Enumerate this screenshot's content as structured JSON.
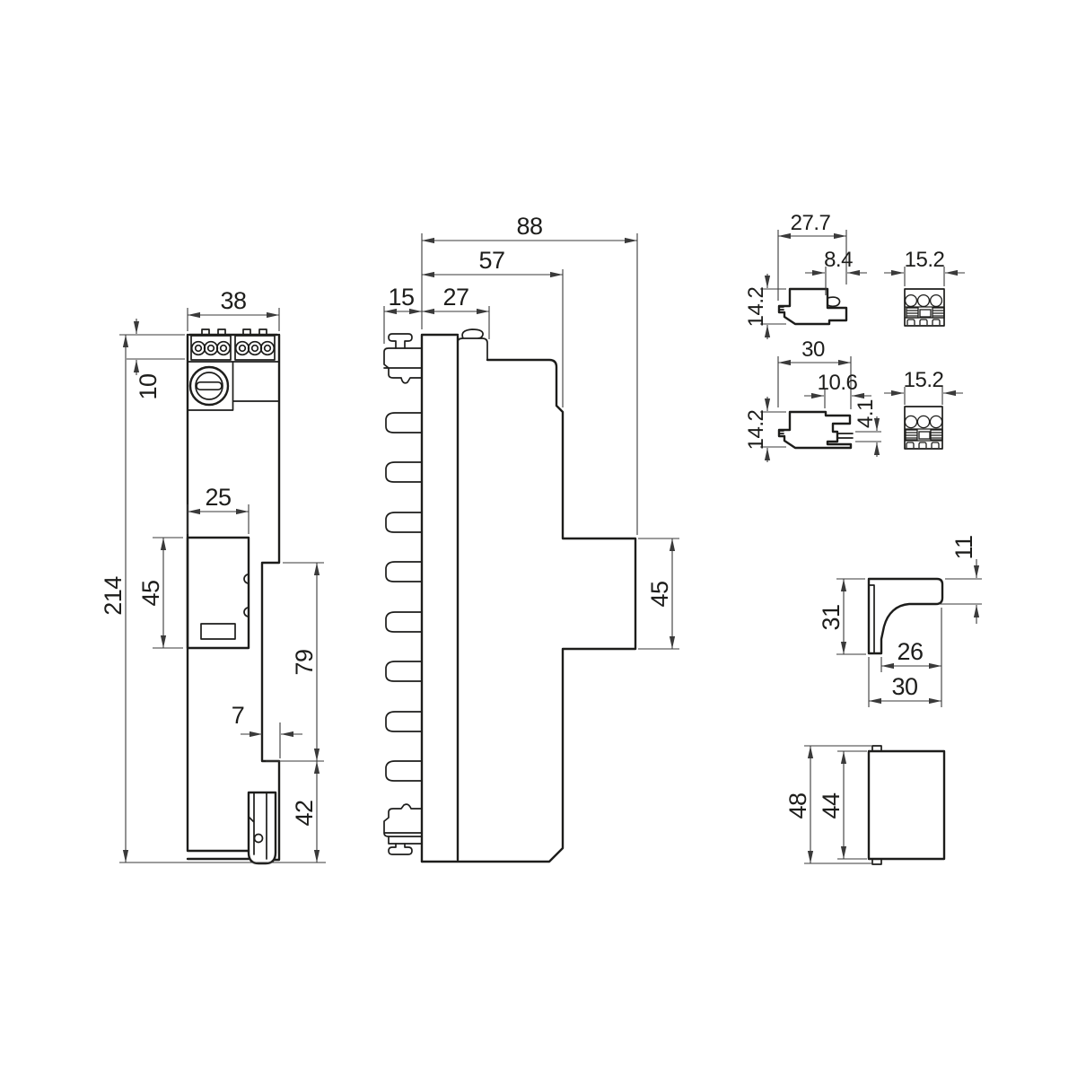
{
  "style": {
    "background": "#ffffff",
    "line_color": "#1d1d1b",
    "dim_color": "#3a3a3a"
  },
  "dims": {
    "front": {
      "overall_width": "38",
      "terminal_height": "10",
      "overall_height": "214",
      "module_width": "25",
      "module_height": "45",
      "step": "7",
      "lower_height": "79",
      "foot_height": "42"
    },
    "side": {
      "overall_depth": "88",
      "housing_depth": "57",
      "rail_overhang": "15",
      "base_depth": "27",
      "module_depth": "45"
    },
    "connector_a": {
      "depth": "27.7",
      "tab_offset": "8.4",
      "height": "14.2",
      "width": "15.2"
    },
    "connector_b": {
      "depth": "30",
      "tab_offset": "10.6",
      "pin_height": "4.1",
      "height": "14.2",
      "width": "15.2"
    },
    "bracket": {
      "flange_thickness": "11",
      "height": "31",
      "inner_width": "26",
      "outer_width": "30"
    },
    "cover": {
      "outer_height": "48",
      "inner_height": "44"
    }
  }
}
